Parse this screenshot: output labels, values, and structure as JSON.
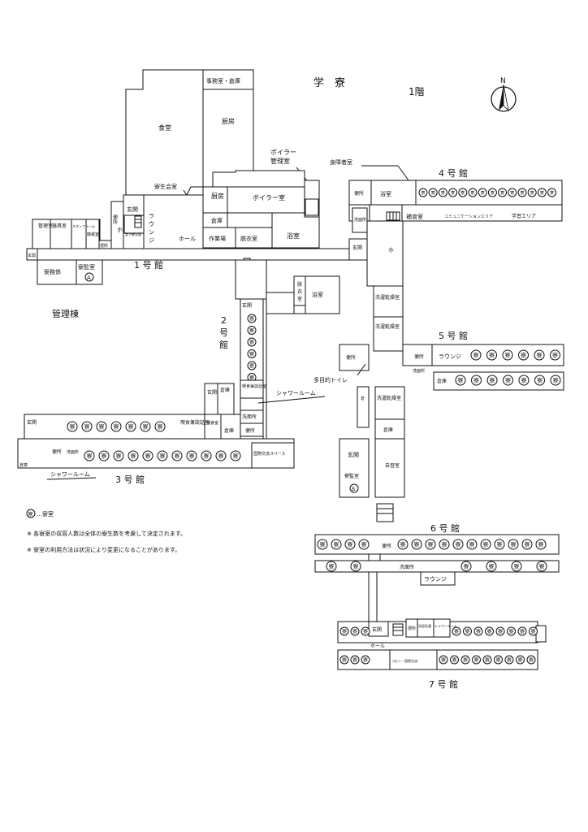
{
  "map": {
    "title": "学　寮",
    "floor": "1階",
    "compass_label": "N",
    "buildings": {
      "kanri": "管理棟",
      "b1": "1 号 館",
      "b2_chars": [
        "2",
        "号",
        "館"
      ],
      "b3": "3 号 館",
      "b4": "4 号 館",
      "b5": "5 号 館",
      "b6": "6 号 館",
      "b7": "7 号 館"
    },
    "dorm_room_glyph": "寮",
    "rooms": {
      "jimushitsu": "事務室・倉庫",
      "shokudo": "食堂",
      "chubo": "厨房",
      "boiler_kanri": "ボイラー\n管理室",
      "shinshosha": "身障者室",
      "ryoseikai": "寮生会室",
      "chubo2": "厨房",
      "boiler": "ボイラー室",
      "benjo": "便所",
      "genkan": "玄関",
      "hall": "ホール",
      "lounge": "ラウンジ",
      "joshi_genkan": "女子寮玄関",
      "kanrishitsu": "管理室",
      "kigushitsu": "器具室",
      "staff_room": "スタッフルーム",
      "kikaishitsu": "機械室",
      "soko": "倉庫",
      "sagyoba": "作業場",
      "datsuishitsu": "脱衣室",
      "yokushitsu": "浴室",
      "ryomugakari": "寮務係",
      "ryokanshitsu_a": "寮監室",
      "badge_a": "A",
      "badge_b": "B",
      "senmenjo": "洗面所",
      "sentaku": "洗濯乾燥室",
      "hoshokushitsu": "補食室",
      "community": "コミュニケーションエリア",
      "gakushu": "学習エリア",
      "kitsushoku": "喫食兼談話室",
      "shower": "シャワールーム",
      "kokusai": "国際交流スペース",
      "tamokuteki": "多目的トイレ",
      "jishushitsu": "自習室",
      "common": "コモン・国際交流",
      "senmen_sentaku": "洗面洗濯"
    },
    "legend": {
      "glyph": "寮",
      "text": "…寮室"
    },
    "notes": [
      "※ 各寮室の収容人数は全体の寮生数を考慮して決定されます。",
      "※ 寮室の利用方法は状況により変更になることがあります。"
    ]
  }
}
